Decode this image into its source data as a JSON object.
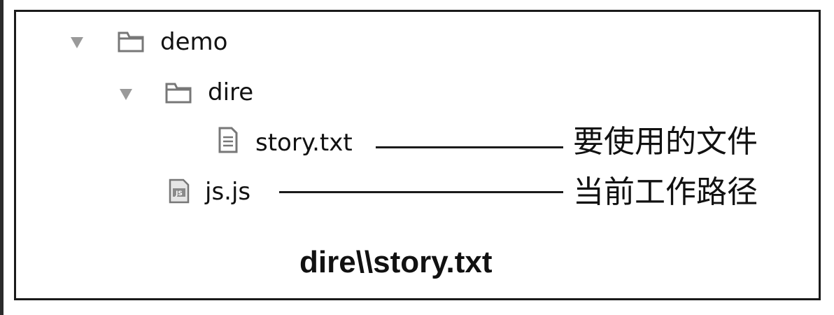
{
  "tree": {
    "root": {
      "label": "demo",
      "expand_icon": "triangle-down-icon",
      "icon": "folder-icon"
    },
    "subfolder": {
      "label": "dire",
      "expand_icon": "triangle-down-icon",
      "icon": "folder-icon"
    },
    "file_story": {
      "label": "story.txt",
      "icon": "text-file-icon"
    },
    "file_js": {
      "label": "js.js",
      "icon": "js-file-icon",
      "badge": "JS"
    }
  },
  "annotations": {
    "story": "要使用的文件",
    "js": "当前工作路径"
  },
  "caption": "dire\\\\story.txt",
  "colors": {
    "frame_border": "#1a1a1a",
    "icon_gray": "#9a9a9a",
    "text": "#111111",
    "background": "#ffffff"
  }
}
